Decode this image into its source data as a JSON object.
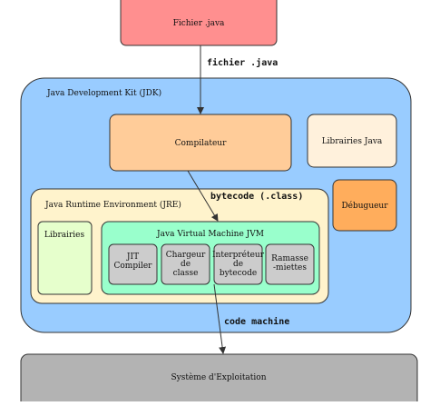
{
  "diagram": {
    "nodes": {
      "source": {
        "label": "Fichier .java",
        "color": "#ff8f8f"
      },
      "jdk": {
        "label": "Java Development Kit (JDK)",
        "color": "#99ccff"
      },
      "compiler": {
        "label": "Compilateur",
        "color": "#ffcc99"
      },
      "java_libs": {
        "label": "Librairies Java",
        "color": "#fff1dc"
      },
      "debugger": {
        "label": "Débugueur",
        "color": "#ffad5c"
      },
      "jre": {
        "label": "Java Runtime Environment (JRE)",
        "color": "#fff3cc"
      },
      "jre_libs": {
        "label": "Librairies",
        "color": "#e6ffcc"
      },
      "jvm": {
        "label": "Java Virtual Machine JVM",
        "color": "#99ffcc"
      },
      "jit": {
        "lines": [
          "JIT",
          "Compiler"
        ],
        "color": "#cccccc"
      },
      "class_loader": {
        "lines": [
          "Chargeur",
          "de",
          "classe"
        ],
        "color": "#cccccc"
      },
      "interpreter": {
        "lines": [
          "Interpréteur",
          "de",
          "bytecode"
        ],
        "color": "#cccccc"
      },
      "gc": {
        "lines": [
          "Ramasse",
          "-miettes"
        ],
        "color": "#cccccc"
      },
      "os": {
        "label": "Système d'Exploitation",
        "color": "#b3b3b3"
      }
    },
    "edge_labels": {
      "source_file": "fichier .java",
      "bytecode": "bytecode (.class)",
      "machine_code": "code machine"
    }
  }
}
